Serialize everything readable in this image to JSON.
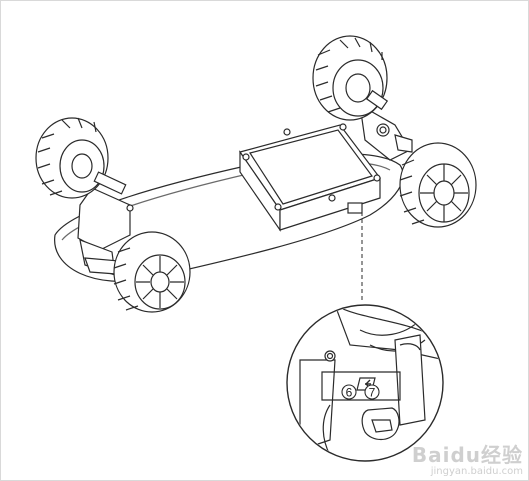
{
  "diagram": {
    "callouts": [
      {
        "id": "port-6",
        "label": "6"
      },
      {
        "id": "port-7",
        "label": "7"
      }
    ],
    "watermark": {
      "brand": "Baidu经验",
      "url": "jingyan.baidu.com"
    },
    "colors": {
      "line": "#2b2b2b",
      "light_line": "#8a8a8a",
      "background": "#ffffff",
      "watermark": "#cfcfcf"
    }
  }
}
